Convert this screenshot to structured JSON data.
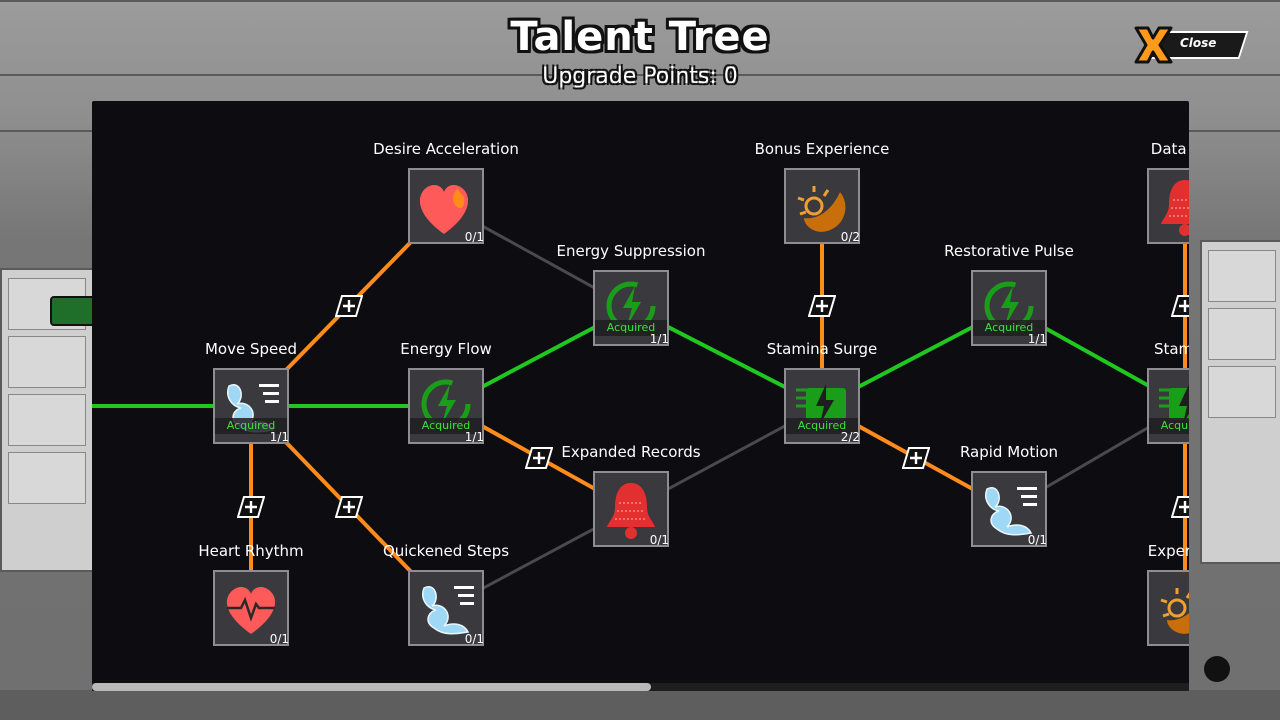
{
  "header": {
    "title": "Talent Tree",
    "points_label": "Upgrade Points: 0"
  },
  "close_button": {
    "label": "Close",
    "icon": "x-icon"
  },
  "colors": {
    "acquired_edge": "#1ec81e",
    "available_edge": "#ff8c1a",
    "locked_edge": "#4a4a4e",
    "acquired_text": "#3fe03f"
  },
  "acquired_label": "Acquired",
  "nodes": [
    {
      "id": "move_speed",
      "name": "Move Speed",
      "level": "1/1",
      "acquired": true,
      "icon": "wind-dash-icon"
    },
    {
      "id": "heart_rhythm",
      "name": "Heart Rhythm",
      "level": "0/1",
      "acquired": false,
      "icon": "heartbeat-icon"
    },
    {
      "id": "desire_acceleration",
      "name": "Desire Acceleration",
      "level": "0/1",
      "acquired": false,
      "icon": "flaming-heart-icon"
    },
    {
      "id": "energy_flow",
      "name": "Energy Flow",
      "level": "1/1",
      "acquired": true,
      "icon": "energy-cycle-icon"
    },
    {
      "id": "quickened_steps",
      "name": "Quickened Steps",
      "level": "0/1",
      "acquired": false,
      "icon": "wind-dash-icon"
    },
    {
      "id": "energy_suppression",
      "name": "Energy Suppression",
      "level": "1/1",
      "acquired": true,
      "icon": "energy-cycle-icon"
    },
    {
      "id": "expanded_records",
      "name": "Expanded Records",
      "level": "0/1",
      "acquired": false,
      "icon": "bell-icon"
    },
    {
      "id": "bonus_experience",
      "name": "Bonus Experience",
      "level": "0/2",
      "acquired": false,
      "icon": "sun-moon-icon"
    },
    {
      "id": "stamina_surge",
      "name": "Stamina Surge",
      "level": "2/2",
      "acquired": true,
      "icon": "battery-bolt-icon"
    },
    {
      "id": "restorative_pulse",
      "name": "Restorative Pulse",
      "level": "1/1",
      "acquired": true,
      "icon": "energy-cycle-icon"
    },
    {
      "id": "rapid_motion",
      "name": "Rapid Motion",
      "level": "0/1",
      "acquired": false,
      "icon": "wind-dash-icon"
    },
    {
      "id": "data_exp",
      "name": "Data Exp",
      "level": "",
      "acquired": false,
      "icon": "bell-icon"
    },
    {
      "id": "stamina_right",
      "name": "Stamina",
      "level": "",
      "acquired": true,
      "icon": "battery-bolt-icon"
    },
    {
      "id": "experience_right",
      "name": "Experienc",
      "level": "",
      "acquired": false,
      "icon": "sun-moon-icon"
    }
  ],
  "edges": [
    {
      "from": "start",
      "to": "move_speed",
      "state": "acquired"
    },
    {
      "from": "move_speed",
      "to": "energy_flow",
      "state": "acquired"
    },
    {
      "from": "move_speed",
      "to": "desire_acceleration",
      "state": "available"
    },
    {
      "from": "move_speed",
      "to": "heart_rhythm",
      "state": "available"
    },
    {
      "from": "move_speed",
      "to": "quickened_steps",
      "state": "available"
    },
    {
      "from": "desire_acceleration",
      "to": "energy_suppression",
      "state": "locked"
    },
    {
      "from": "energy_flow",
      "to": "energy_suppression",
      "state": "acquired"
    },
    {
      "from": "energy_flow",
      "to": "expanded_records",
      "state": "available"
    },
    {
      "from": "quickened_steps",
      "to": "expanded_records",
      "state": "locked"
    },
    {
      "from": "energy_suppression",
      "to": "stamina_surge",
      "state": "acquired"
    },
    {
      "from": "expanded_records",
      "to": "stamina_surge",
      "state": "locked"
    },
    {
      "from": "bonus_experience",
      "to": "stamina_surge",
      "state": "available"
    },
    {
      "from": "stamina_surge",
      "to": "restorative_pulse",
      "state": "acquired"
    },
    {
      "from": "stamina_surge",
      "to": "rapid_motion",
      "state": "available"
    },
    {
      "from": "restorative_pulse",
      "to": "stamina_right",
      "state": "acquired"
    },
    {
      "from": "rapid_motion",
      "to": "stamina_right",
      "state": "locked"
    },
    {
      "from": "data_exp",
      "to": "stamina_right",
      "state": "available"
    },
    {
      "from": "stamina_right",
      "to": "experience_right",
      "state": "available"
    }
  ],
  "scrollbar": {
    "position_fraction": 0.0,
    "visible_fraction": 0.51
  }
}
